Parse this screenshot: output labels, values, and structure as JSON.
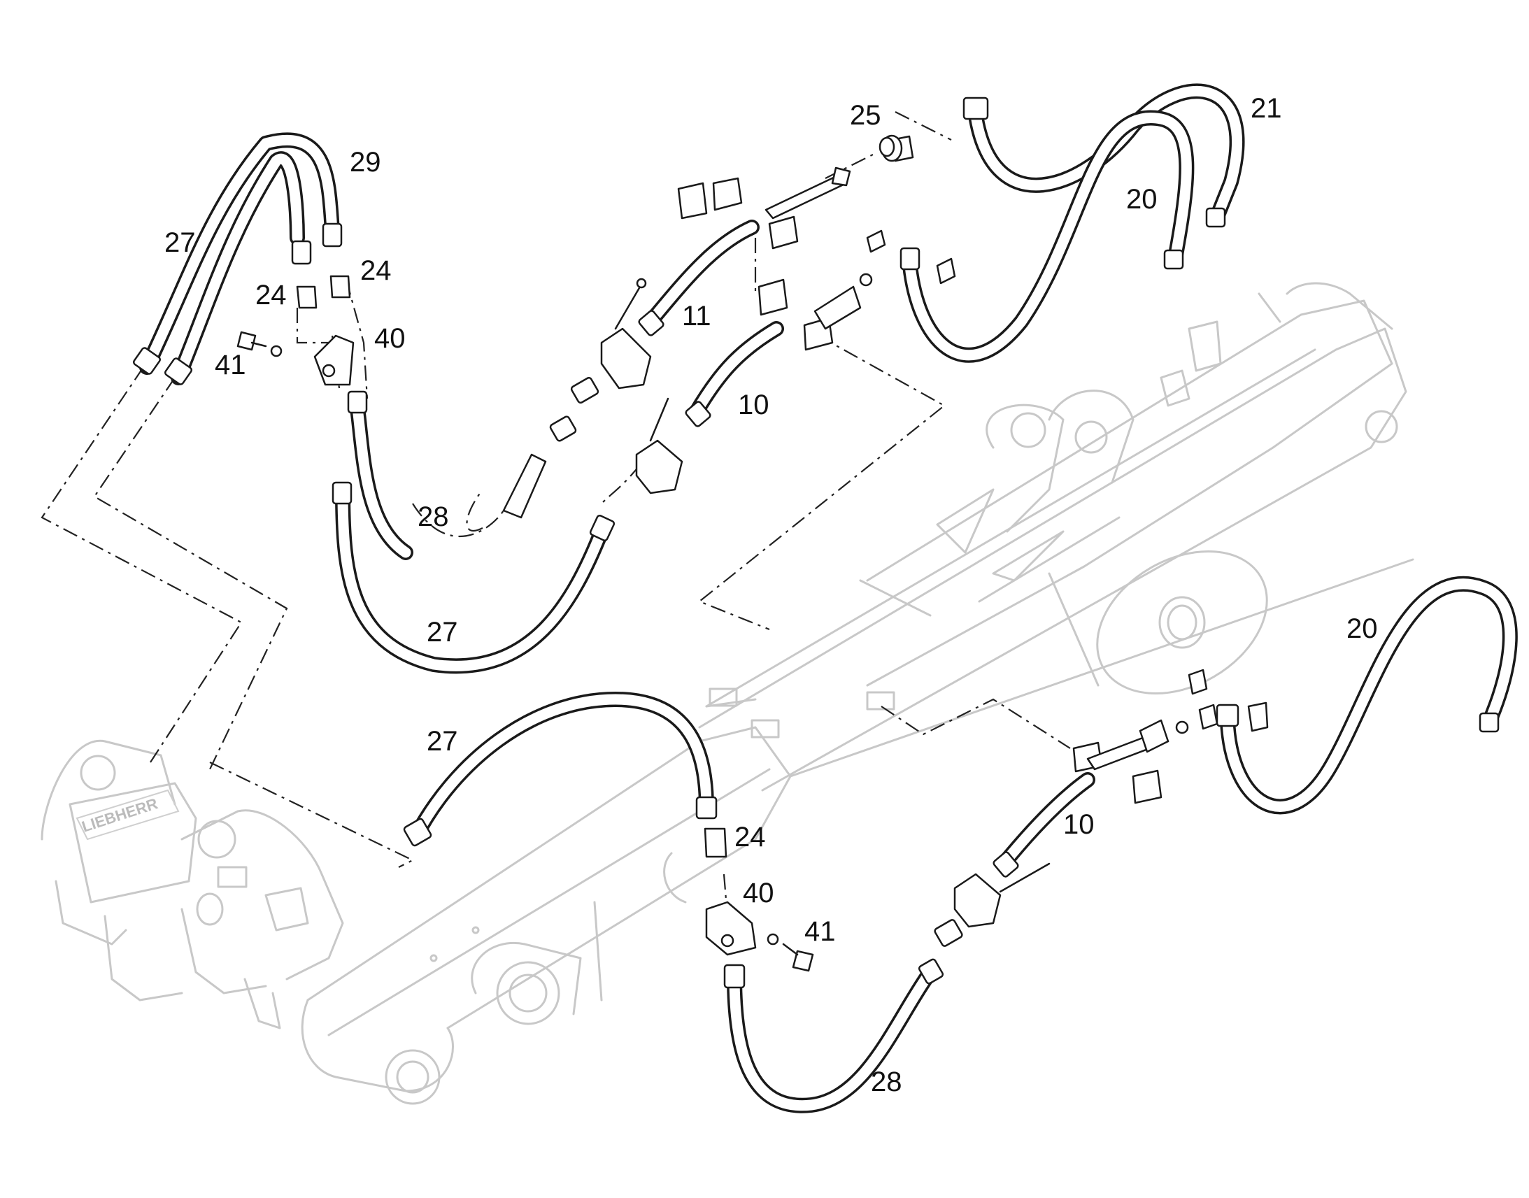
{
  "labels": [
    {
      "id": "29",
      "text": "29"
    },
    {
      "id": "27a",
      "text": "27"
    },
    {
      "id": "24a",
      "text": "24"
    },
    {
      "id": "24b",
      "text": "24"
    },
    {
      "id": "40a",
      "text": "40"
    },
    {
      "id": "41a",
      "text": "41"
    },
    {
      "id": "25",
      "text": "25"
    },
    {
      "id": "21",
      "text": "21"
    },
    {
      "id": "20a",
      "text": "20"
    },
    {
      "id": "11",
      "text": "11"
    },
    {
      "id": "10a",
      "text": "10"
    },
    {
      "id": "28a",
      "text": "28"
    },
    {
      "id": "27b",
      "text": "27"
    },
    {
      "id": "20b",
      "text": "20"
    },
    {
      "id": "27c",
      "text": "27"
    },
    {
      "id": "24c",
      "text": "24"
    },
    {
      "id": "10b",
      "text": "10"
    },
    {
      "id": "40b",
      "text": "40"
    },
    {
      "id": "41b",
      "text": "41"
    },
    {
      "id": "28b",
      "text": "28"
    }
  ],
  "logo_text": "LIEBHERR",
  "colors": {
    "line": "#1a1a1a",
    "ghost": "#c8c8c8",
    "background": "#ffffff"
  }
}
